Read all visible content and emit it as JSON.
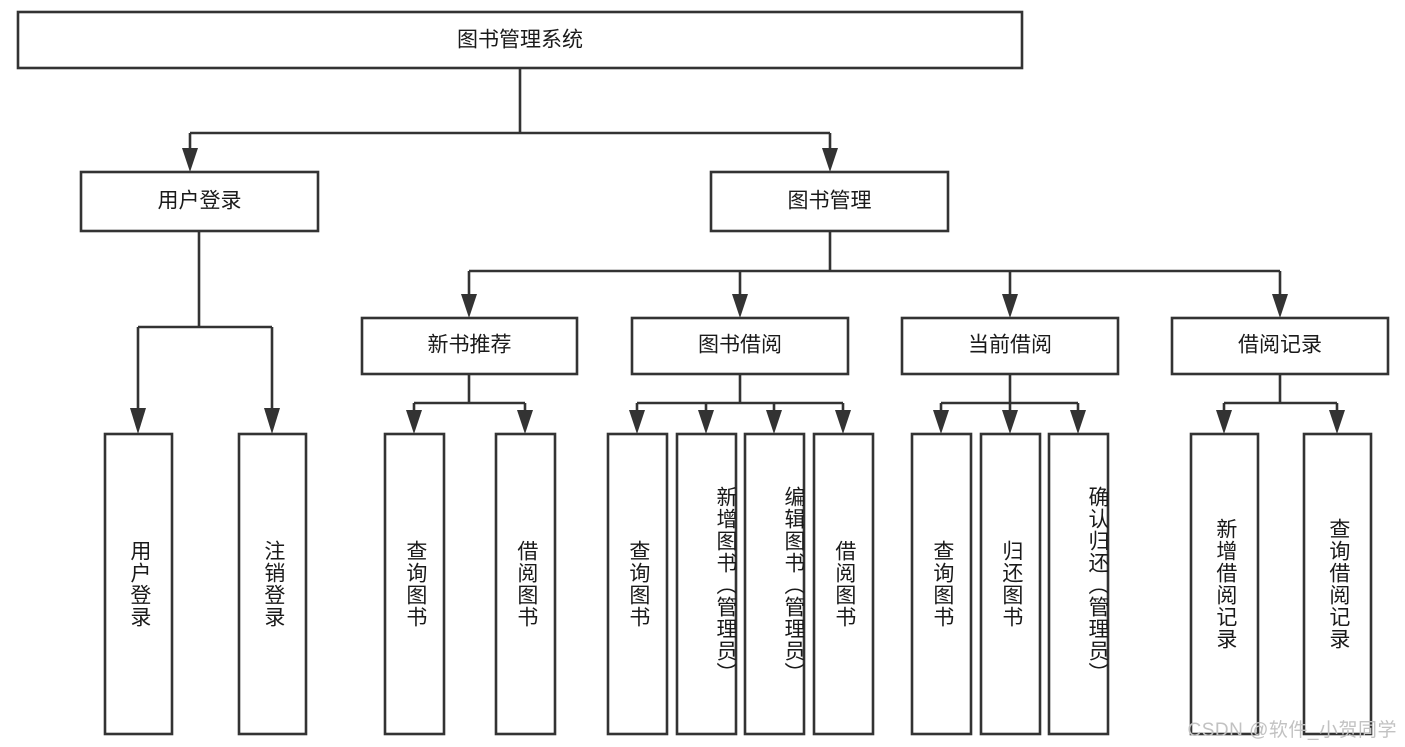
{
  "diagram": {
    "type": "hierarchy-tree",
    "title": "图书管理系统",
    "orientation": "top-down",
    "colors": {
      "box_stroke": "#333333",
      "box_fill": "#ffffff",
      "text": "#1a1a1a",
      "background": "#ffffff",
      "watermark": "#c2c2c2"
    },
    "levels": 4
  },
  "root": {
    "label": "图书管理系统"
  },
  "level2": [
    {
      "label": "用户登录"
    },
    {
      "label": "图书管理"
    }
  ],
  "level3": [
    {
      "label": "新书推荐"
    },
    {
      "label": "图书借阅"
    },
    {
      "label": "当前借阅"
    },
    {
      "label": "借阅记录"
    }
  ],
  "leaves": {
    "user_login": [
      {
        "label": "用户登录"
      },
      {
        "label": "注销登录"
      }
    ],
    "new_book_recommend": [
      {
        "label": "查询图书"
      },
      {
        "label": "借阅图书"
      }
    ],
    "book_borrow": [
      {
        "label": "查询图书"
      },
      {
        "label": "新增图书（管理员）"
      },
      {
        "label": "编辑图书（管理员）"
      },
      {
        "label": "借阅图书"
      }
    ],
    "current_borrow": [
      {
        "label": "查询图书"
      },
      {
        "label": "归还图书"
      },
      {
        "label": "确认归还（管理员）"
      }
    ],
    "borrow_record": [
      {
        "label": "新增借阅记录"
      },
      {
        "label": "查询借阅记录"
      }
    ]
  },
  "watermark": {
    "text": "CSDN @软件_小贺同学"
  }
}
